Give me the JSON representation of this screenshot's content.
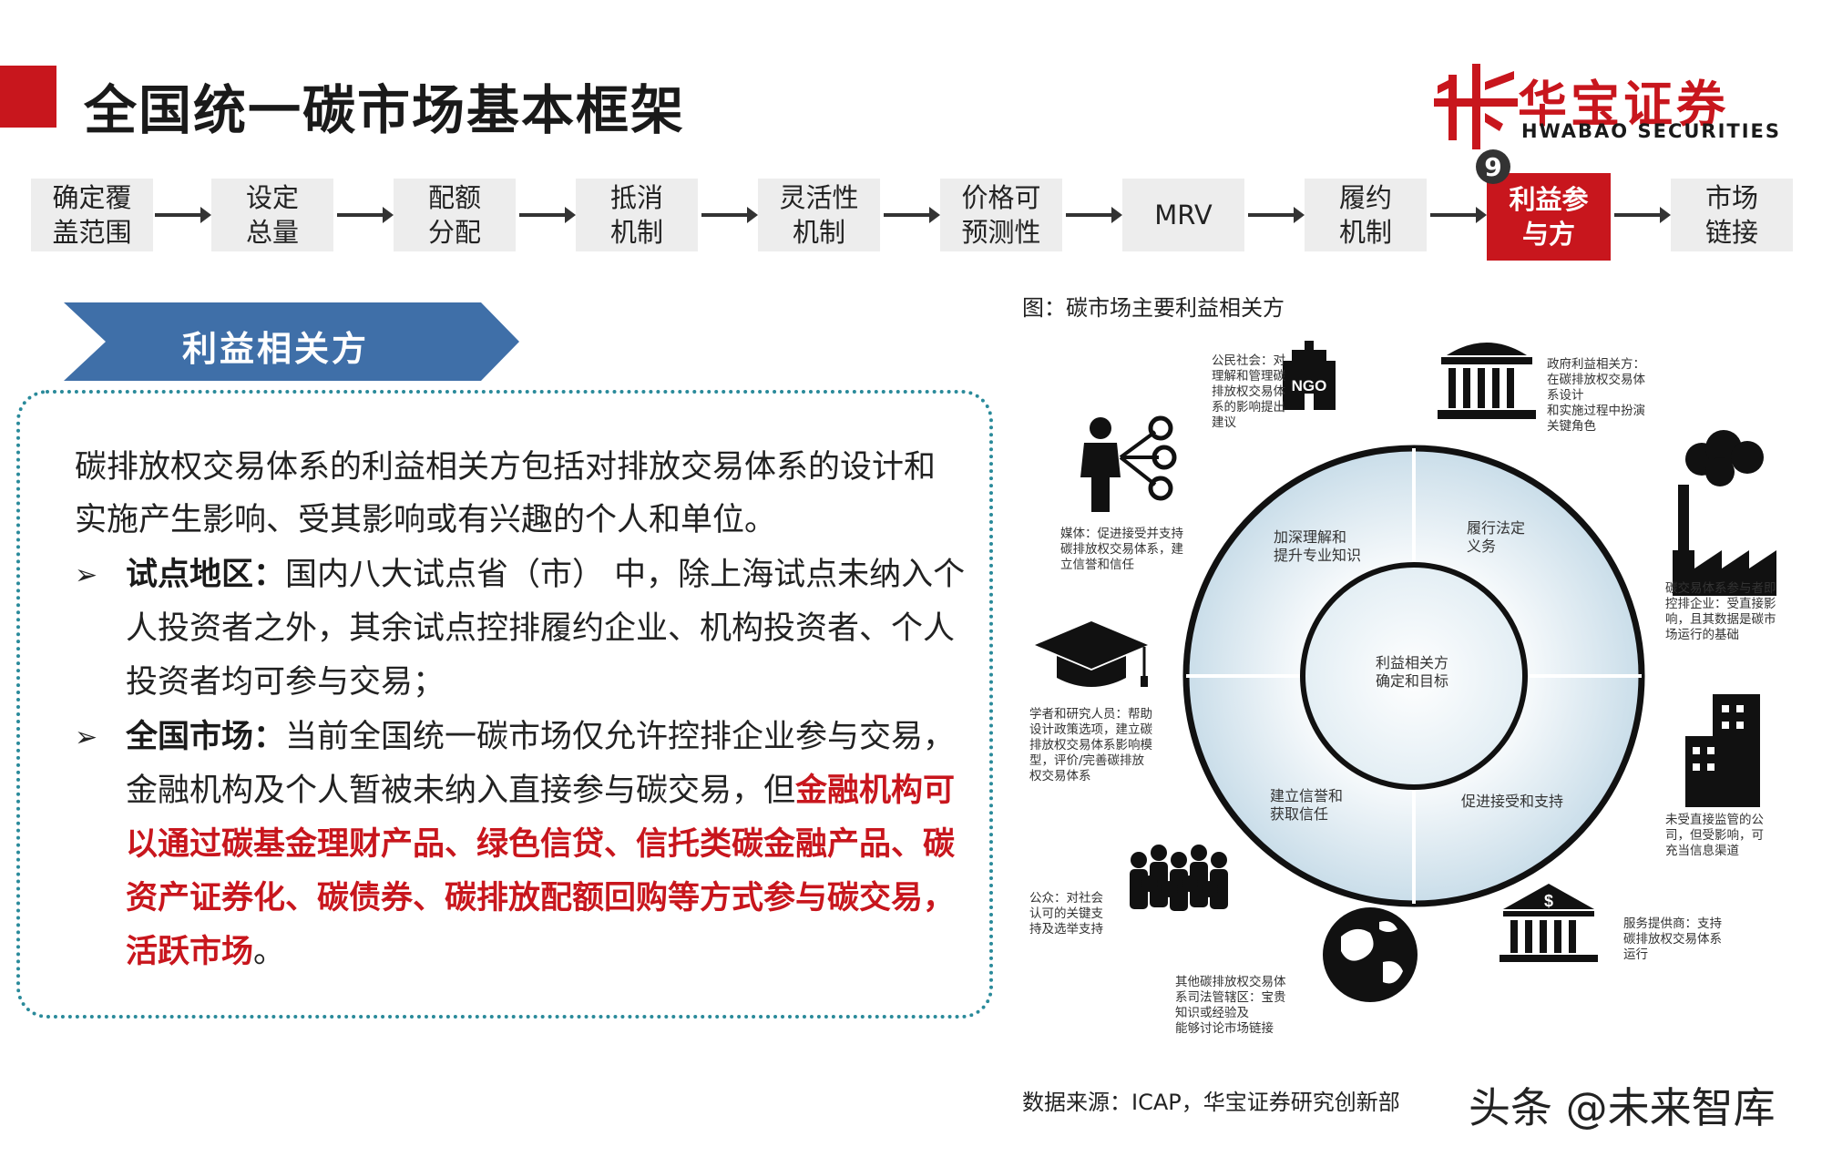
{
  "title": "全国统一碳市场基本框架",
  "logo": {
    "cn": "华宝证券",
    "en": "HWABAO SECURITIES"
  },
  "steps": [
    {
      "label": "确定覆\n盖范围"
    },
    {
      "label": "设定\n总量"
    },
    {
      "label": "配额\n分配"
    },
    {
      "label": "抵消\n机制"
    },
    {
      "label": "灵活性\n机制"
    },
    {
      "label": "价格可\n预测性"
    },
    {
      "label": "MRV"
    },
    {
      "label": "履约\n机制"
    },
    {
      "label": "利益参\n与方"
    },
    {
      "label": "市场\n链接"
    }
  ],
  "active_step_number": "9",
  "section_title": "利益相关方",
  "intro": "碳排放权交易体系的利益相关方包括对排放交易体系的设计和实施产生影响、受其影响或有兴趣的个人和单位。",
  "bullets": [
    {
      "head": "试点地区：",
      "text": "国内八大试点省（市） 中，除上海试点未纳入个人投资者之外，其余试点控排履约企业、机构投资者、个人投资者均可参与交易；",
      "red": "",
      "tail": ""
    },
    {
      "head": "全国市场：",
      "text": "当前全国统一碳市场仅允许控排企业参与交易，金融机构及个人暂被未纳入直接参与碳交易，但",
      "red": "金融机构可以通过碳基金理财产品、绿色信贷、信托类碳金融产品、碳资产证券化、碳债券、碳排放配额回购等方式参与碳交易，活跃市场",
      "tail": "。"
    }
  ],
  "figure": {
    "caption": "图：碳市场主要利益相关方",
    "center": "利益相关方\n确定和目标",
    "ring": [
      "加深理解和\n提升专业知识",
      "履行法定\n义务",
      "建立信誉和\n获取信任",
      "促进接受和支持"
    ],
    "ngo_text": "NGO",
    "stakeholders": [
      {
        "icon": "ngo-building-icon",
        "text": "公民社会：对\n理解和管理碳\n排放权交易体\n系的影响提出\n建议"
      },
      {
        "icon": "government-building-icon",
        "text": "政府利益相关方：\n在碳排放权交易体\n系设计\n和实施过程中扮演\n关键角色"
      },
      {
        "icon": "factory-icon",
        "text": "碳交易体系参与者即\n控排企业：受直接影\n响，且其数据是碳市\n场运行的基础"
      },
      {
        "icon": "office-buildings-icon",
        "text": "未受直接监管的公\n司，但受影响，可\n充当信息渠道"
      },
      {
        "icon": "bank-dollar-icon",
        "text": "服务提供商：支持\n碳排放权交易体系\n运行"
      },
      {
        "icon": "globe-icon",
        "text": "其他碳排放权交易体\n系司法管辖区：宝贵\n知识或经验及\n能够讨论市场链接"
      },
      {
        "icon": "crowd-icon",
        "text": "公众：对社会\n认可的关键支\n持及选举支持"
      },
      {
        "icon": "graduation-cap-icon",
        "text": "学者和研究人员：帮助\n设计政策选项，建立碳\n排放权交易体系影响模\n型，评价/完善碳排放\n权交易体系"
      },
      {
        "icon": "media-network-icon",
        "text": "媒体：促进接受并支持\n碳排放权交易体系，建\n立信誉和信任"
      }
    ]
  },
  "source": "数据来源：ICAP，华宝证券研究创新部",
  "watermark": "头条 @未来智库",
  "colors": {
    "brand_red": "#c8161d",
    "banner_blue": "#3f6fa8",
    "dotted_teal": "#2a8a9a",
    "ring_blue": "#d6e6f0"
  }
}
